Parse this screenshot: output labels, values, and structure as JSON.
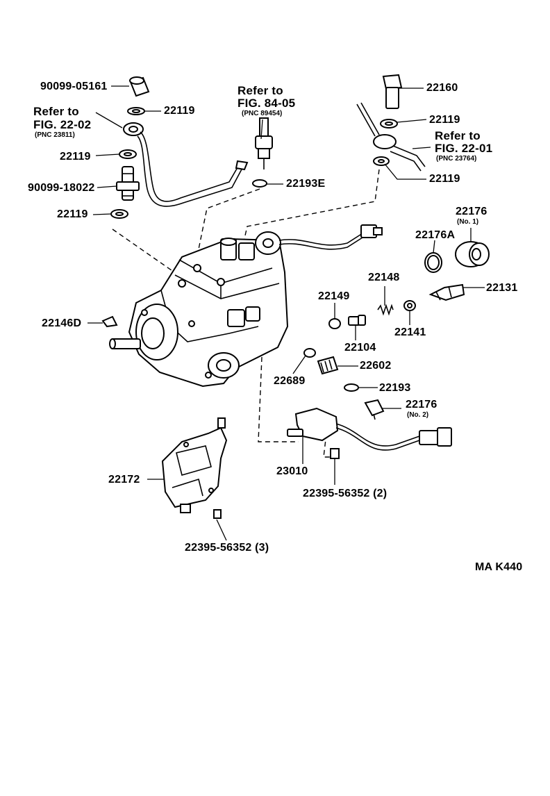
{
  "parts": {
    "p9009905161": "90099-05161",
    "p22119_a": "22119",
    "p22119_b": "22119",
    "p9009918022": "90099-18022",
    "p22119_c": "22119",
    "p22193E": "22193E",
    "p22160": "22160",
    "p22119_d": "22119",
    "p22119_e": "22119",
    "p22176_1": "22176",
    "p22176_1_note": "(No. 1)",
    "p22176A": "22176A",
    "p22131": "22131",
    "p22148": "22148",
    "p22149": "22149",
    "p22141": "22141",
    "p22104": "22104",
    "p22146D": "22146D",
    "p22602": "22602",
    "p22689": "22689",
    "p22193": "22193",
    "p22176_2": "22176",
    "p22176_2_note": "(No. 2)",
    "p23010": "23010",
    "p22395_2": "22395-56352 (2)",
    "p22172": "22172",
    "p22395_3": "22395-56352 (3)"
  },
  "refs": {
    "left": {
      "line1": "Refer  to",
      "line2": "FIG. 22-02",
      "pnc": "(PNC  23811)"
    },
    "mid": {
      "line1": "Refer  to",
      "line2": "FIG. 84-05",
      "pnc": "(PNC  89454)"
    },
    "right": {
      "line1": "Refer  to",
      "line2": "FIG. 22-01",
      "pnc": "(PNC  23764)"
    }
  },
  "figure_code": "MA  K440"
}
